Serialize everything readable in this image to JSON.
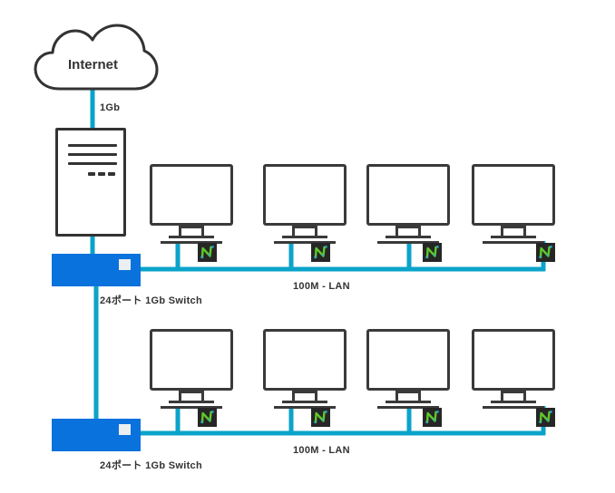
{
  "diagram": {
    "title": "Network topology diagram",
    "colors": {
      "link": "#0aa3c9",
      "switch": "#0a72dc",
      "outline": "#3a3a3a",
      "text": "#333333",
      "icon_bg": "#262626",
      "icon_glyph": "#5ec92a",
      "icon_dot": "#29a8e0",
      "background": "#ffffff"
    },
    "cloud": {
      "label": "Internet",
      "icon": "cloud-icon"
    },
    "uplink": {
      "label": "1Gb"
    },
    "server": {
      "icon": "server-tower-icon",
      "vent_lines": 3,
      "indicator_dots": 3
    },
    "switches": [
      {
        "label": "24ポート 1Gb Switch",
        "led": "status-led"
      },
      {
        "label": "24ポート 1Gb Switch",
        "led": "status-led"
      }
    ],
    "segments": [
      {
        "label": "100M - LAN",
        "clients": [
          {
            "icon": "monitor-icon",
            "agent": "node-monitor-icon"
          },
          {
            "icon": "monitor-icon",
            "agent": "node-monitor-icon"
          },
          {
            "icon": "monitor-icon",
            "agent": "node-monitor-icon"
          },
          {
            "icon": "monitor-icon",
            "agent": "node-monitor-icon"
          }
        ]
      },
      {
        "label": "100M - LAN",
        "clients": [
          {
            "icon": "monitor-icon",
            "agent": "node-monitor-icon"
          },
          {
            "icon": "monitor-icon",
            "agent": "node-monitor-icon"
          },
          {
            "icon": "monitor-icon",
            "agent": "node-monitor-icon"
          },
          {
            "icon": "monitor-icon",
            "agent": "node-monitor-icon"
          }
        ]
      }
    ]
  }
}
